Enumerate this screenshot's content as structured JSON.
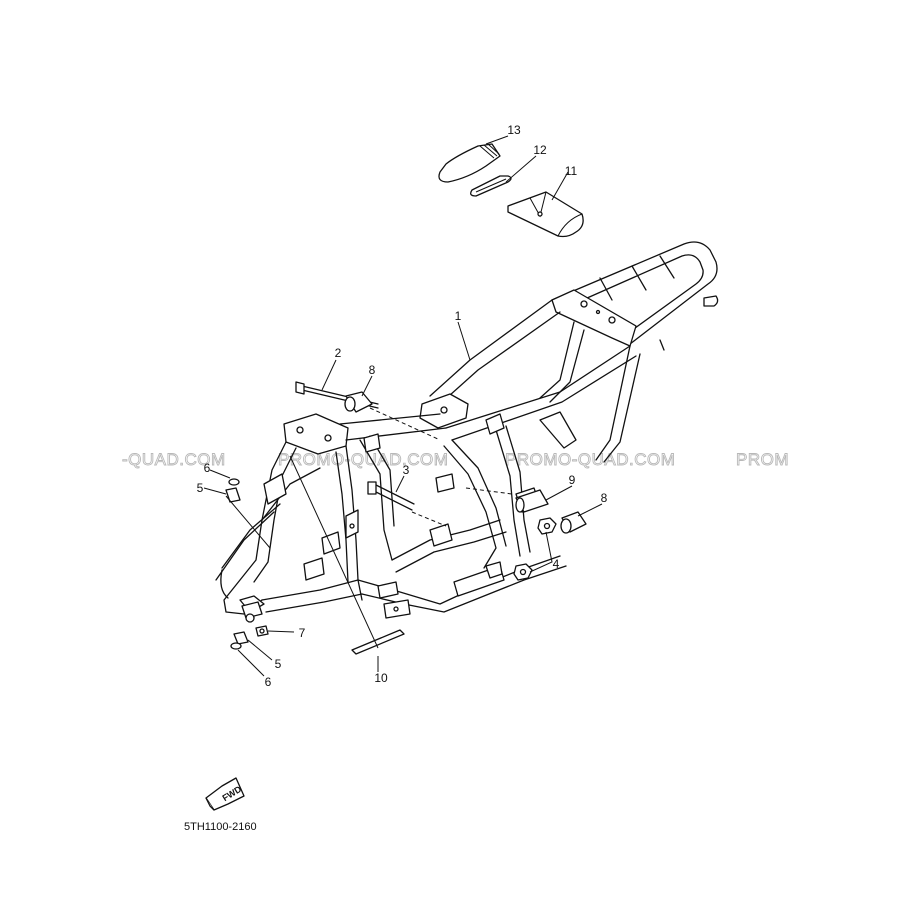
{
  "diagram_code": "5TH1100-2160",
  "fwd_label": "FWD",
  "watermarks": [
    "-QUAD.COM",
    "PROMO-QUAD.COM",
    "PROMO-QUAD.COM",
    "PROM"
  ],
  "callouts": {
    "c1": "1",
    "c2": "2",
    "c3": "3",
    "c4": "4",
    "c5a": "5",
    "c5b": "5",
    "c6a": "6",
    "c6b": "6",
    "c7": "7",
    "c8a": "8",
    "c8b": "8",
    "c9": "9",
    "c10": "10",
    "c11": "11",
    "c12": "12",
    "c13": "13"
  }
}
